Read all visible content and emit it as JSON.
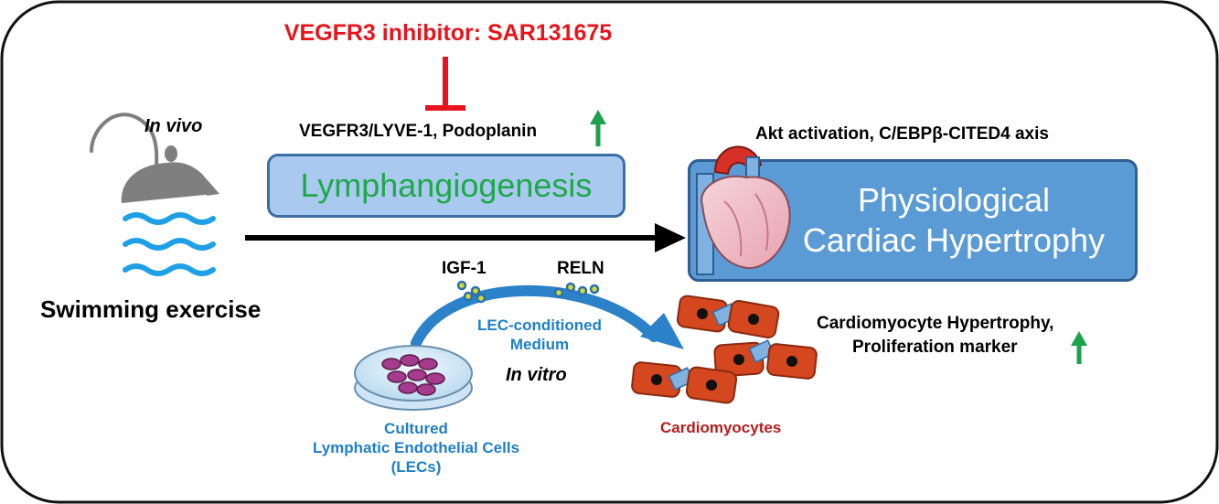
{
  "inhibitor": {
    "label": "VEGFR3 inhibitor: SAR131675",
    "color": "#e8141b"
  },
  "in_vivo": {
    "label": "In vivo"
  },
  "swimming": {
    "label": "Swimming exercise"
  },
  "lymph": {
    "markers": "VEGFR3/LYVE-1, Podoplanin",
    "box_label": "Lymphangiogenesis",
    "text_color": "#1fa84a",
    "box_fill": "#a9c9ef"
  },
  "akt": {
    "label": "Akt activation, C/EBPβ-CITED4 axis"
  },
  "physio": {
    "line1": "Physiological",
    "line2": "Cardiac Hypertrophy",
    "box_fill": "#5b9bd5"
  },
  "factors": {
    "igf": "IGF-1",
    "reln": "RELN"
  },
  "lec_medium": {
    "line1": "LEC-conditioned",
    "line2": "Medium",
    "color": "#1f7fc8"
  },
  "in_vitro": {
    "label": "In vitro"
  },
  "cultured": {
    "line1": "Cultured",
    "line2": "Lymphatic Endothelial Cells",
    "line3": "(LECs)",
    "color": "#1f7fc8"
  },
  "cardiomyocytes": {
    "label": "Cardiomyocytes",
    "color": "#b71c1c"
  },
  "cm_hyper": {
    "line1": "Cardiomyocyte Hypertrophy,",
    "line2": "Proliferation marker"
  },
  "up_arrow_color": "#1aa34a"
}
